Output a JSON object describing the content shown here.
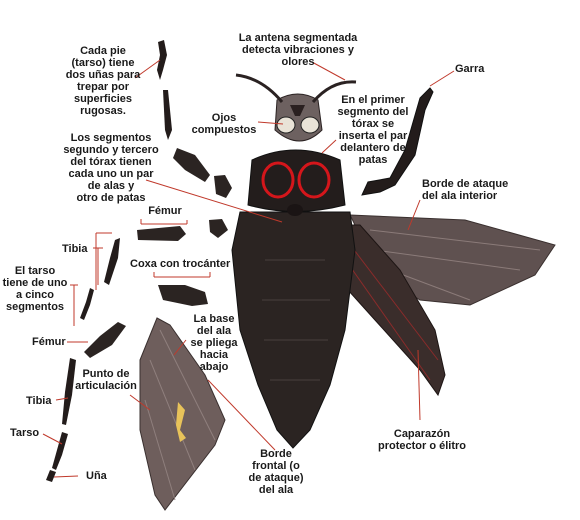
{
  "labels": {
    "tarso_unas": "Cada pie\n(tarso) tiene\ndos uñas para\ntrepar por\nsuperficies\nrugosas.",
    "antena": "La antena segmentada\ndetecta vibraciones y\nolores",
    "garra": "Garra",
    "ojos": "Ojos\ncompuestos",
    "primer_segmento": "En el primer\nsegmento del\ntórax se\ninserta el par\ndelantero de\npatas",
    "segmentos_torax": "Los segmentos\nsegundo y tercero\ndel tórax tienen\ncada uno un par\nde alas y\notro de patas",
    "borde_ataque_interior": "Borde de ataque\ndel ala interior",
    "femur_top": "Fémur",
    "tibia_top": "Tibia",
    "tarso_segmentos": "El tarso\ntiene de uno\na cinco\nsegmentos",
    "coxa": "Coxa con trocánter",
    "femur_bottom": "Fémur",
    "base_ala": "La base\ndel ala\nse pliega\nhacia\nabajo",
    "punto_articulacion": "Punto de\narticulación",
    "tibia_bottom": "Tibia",
    "tarso": "Tarso",
    "una": "Uña",
    "borde_frontal": "Borde\nfrontal (o\nde ataque)\ndel ala",
    "caparazon": "Caparazón\nprotector o élitro"
  },
  "colors": {
    "pointer": "#c0392b",
    "body": "#2b2422",
    "wing": "#6e5e5c",
    "eye_ring": "#d4161b"
  }
}
